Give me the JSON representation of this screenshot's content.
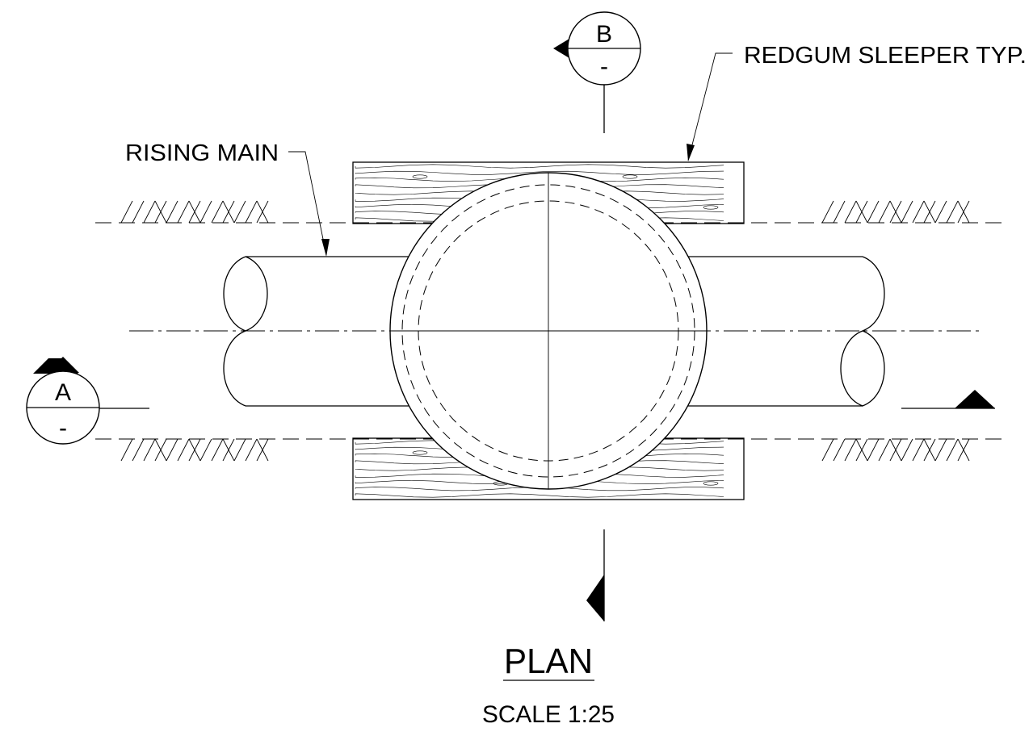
{
  "drawing": {
    "title": "PLAN",
    "scale": "SCALE 1:25",
    "labels": {
      "rising_main": "RISING MAIN",
      "sleeper": "REDGUM SLEEPER TYP."
    },
    "section_markers": {
      "a": {
        "letter": "A",
        "sheet": "-"
      },
      "b": {
        "letter": "B",
        "sheet": "-"
      }
    },
    "colors": {
      "line": "#000000",
      "background": "#ffffff"
    }
  }
}
